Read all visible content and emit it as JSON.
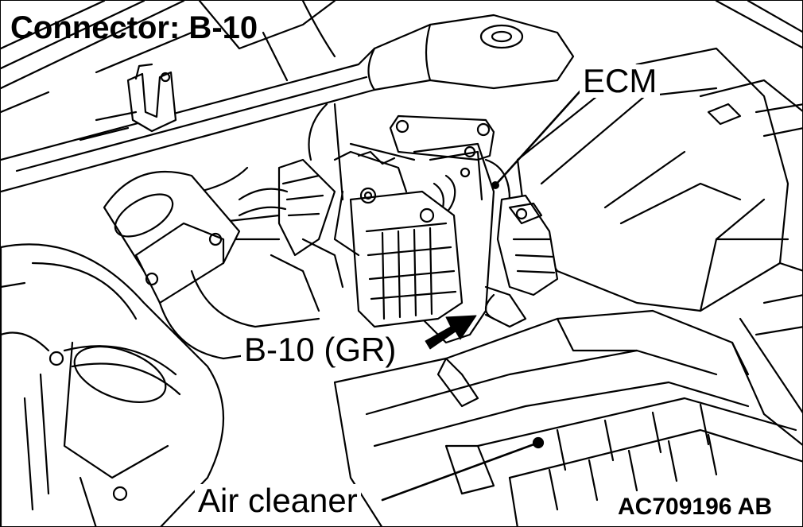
{
  "title": "Connector: B-10",
  "labels": {
    "ecm": "ECM",
    "connector": "B-10 (GR)",
    "air_cleaner": "Air cleaner"
  },
  "figure_id": "AC709196 AB"
}
